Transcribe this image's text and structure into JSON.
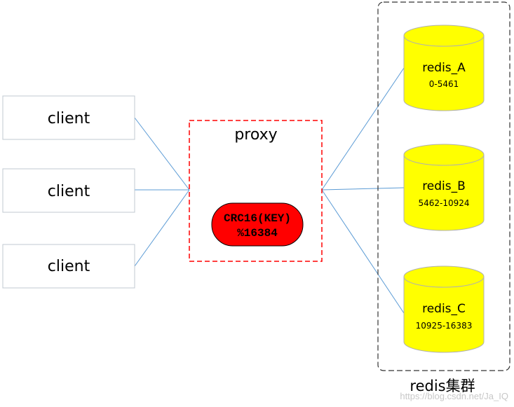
{
  "clients": [
    {
      "label": "client"
    },
    {
      "label": "client"
    },
    {
      "label": "client"
    }
  ],
  "proxy": {
    "title": "proxy",
    "hash_line1": "CRC16(KEY)",
    "hash_line2": "%16384",
    "border_color": "#ff0000",
    "badge_color": "#ff0000"
  },
  "redis_nodes": [
    {
      "name": "redis_A",
      "range": "0-5461"
    },
    {
      "name": "redis_B",
      "range": "5462-10924"
    },
    {
      "name": "redis_C",
      "range": "10925-16383"
    }
  ],
  "cluster": {
    "label": "redis集群",
    "node_color": "#ffff00"
  },
  "connector_color": "#5b9bd5",
  "watermark": "https://blog.csdn.net/Ja_IQ"
}
